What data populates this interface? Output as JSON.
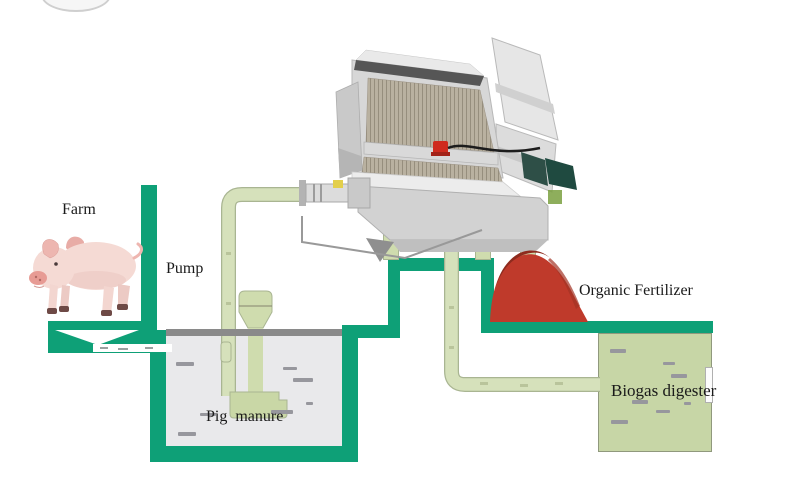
{
  "diagram": {
    "background": "#ffffff",
    "labels": {
      "farm": "Farm",
      "pump": "Pump",
      "pig_manure": "Pig  manure",
      "organic_fertilizer": "Organic Fertilizer",
      "biogas_digester": "Biogas digester"
    },
    "illustrations": [
      "pig-image",
      "manure-pump",
      "manure-pipe",
      "solid-liquid-separator-machine",
      "organic-fertilizer-pile",
      "biogas-digester-tank"
    ],
    "colors": {
      "channel_teal": "#0ea077",
      "pipe_green_fill": "#d6e1bb",
      "pipe_green_outline": "#a9b592",
      "pump_green": "#cfdcae",
      "digester_fill": "#c7d6a6",
      "pit_fill": "#e9e9eb",
      "rim_gray": "#8a8a8a",
      "dash_gray": "#97979d",
      "fertilizer_red": "#bf3a2b",
      "fertilizer_red_shadow": "#8e2b1e",
      "machine_steel": "#d7d7d7",
      "machine_mesh": "#b9b1a0",
      "knob_red": "#cf2b1e",
      "text_black": "#1a1a1a"
    }
  }
}
